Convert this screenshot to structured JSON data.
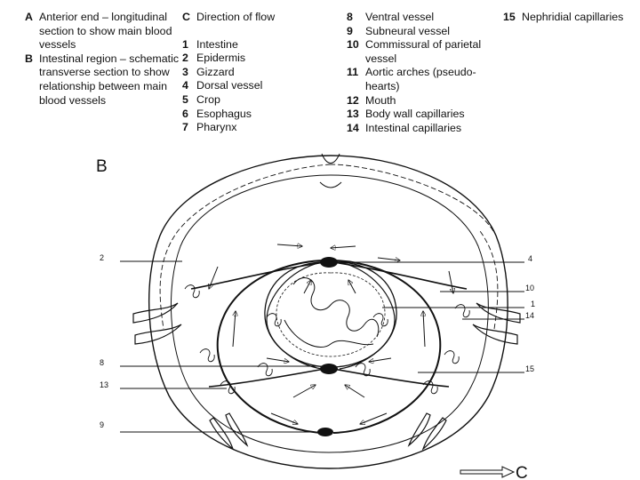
{
  "legend": {
    "A": {
      "key": "A",
      "text": "Anterior end – longitudinal section to show main blood vessels"
    },
    "B": {
      "key": "B",
      "text": "Intestinal region – schematic transverse section to show relationship between main blood vessels"
    },
    "C": {
      "key": "C",
      "text": "Direction of flow"
    },
    "items": [
      {
        "key": "1",
        "text": "Intestine"
      },
      {
        "key": "2",
        "text": "Epidermis"
      },
      {
        "key": "3",
        "text": "Gizzard"
      },
      {
        "key": "4",
        "text": "Dorsal vessel"
      },
      {
        "key": "5",
        "text": "Crop"
      },
      {
        "key": "6",
        "text": "Esophagus"
      },
      {
        "key": "7",
        "text": "Pharynx"
      },
      {
        "key": "8",
        "text": "Ventral vessel"
      },
      {
        "key": "9",
        "text": "Subneural vessel"
      },
      {
        "key": "10",
        "text": "Commissural of parietal vessel"
      },
      {
        "key": "11",
        "text": "Aortic arches (pseudo-hearts)"
      },
      {
        "key": "12",
        "text": "Mouth"
      },
      {
        "key": "13",
        "text": "Body wall capillaries"
      },
      {
        "key": "14",
        "text": "Intestinal capillaries"
      },
      {
        "key": "15",
        "text": "Nephridial capillaries"
      }
    ]
  },
  "diagram": {
    "section_letter": "B",
    "flow_letter": "C",
    "left_labels": [
      "2",
      "8",
      "13",
      "9"
    ],
    "right_labels": [
      "4",
      "10",
      "1",
      "14",
      "15"
    ]
  },
  "colors": {
    "ink": "#111111",
    "background": "#ffffff"
  }
}
